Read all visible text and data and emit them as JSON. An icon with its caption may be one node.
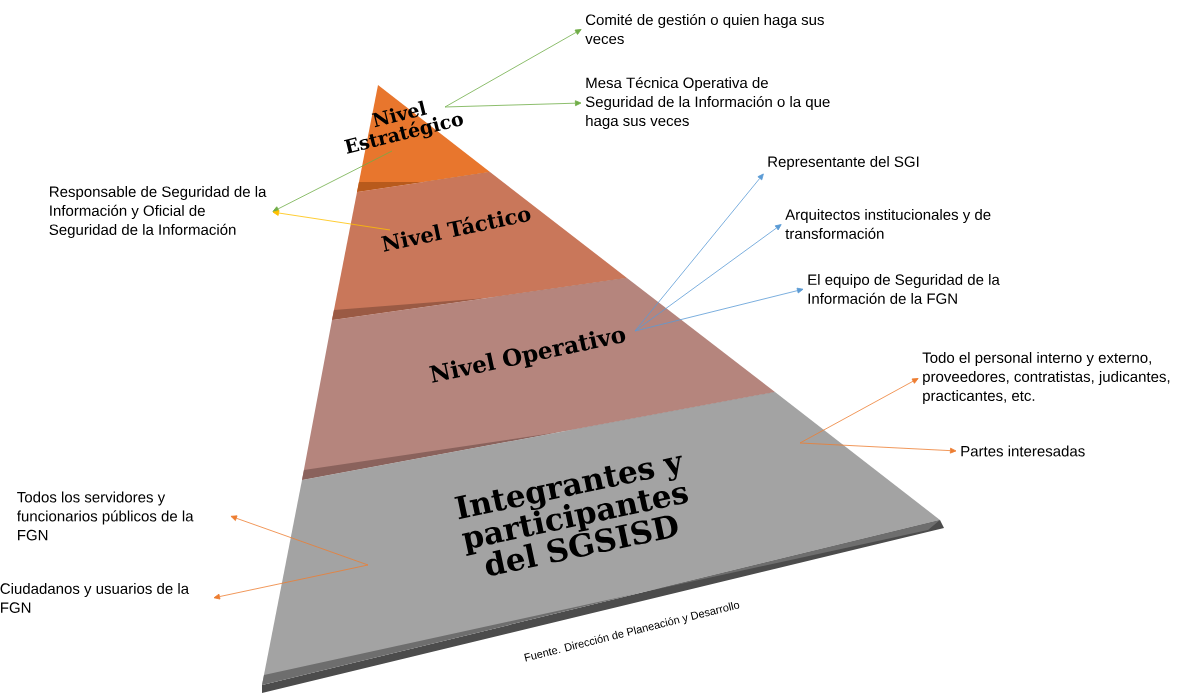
{
  "diagram": {
    "caption": "Fuente. Dirección de Planeación y Desarrollo",
    "nodes": [
      {
        "text": [
          "Nivel Estratégico"
        ]
      },
      {
        "text": [
          "Nivel Táctico"
        ]
      },
      {
        "text": [
          "Nivel Operativo"
        ]
      },
      {
        "text": [
          "Integrantes y participantes del SGSISD"
        ]
      },
      {
        "text": [
          "Comité de gestión o quien haga sus veces"
        ]
      },
      {
        "text": [
          "Mesa Técnica Operativa de Seguridad de la Información o la que haga sus veces"
        ]
      },
      {
        "text": [
          "Responsable de Seguridad de la Información y Oficial de Seguridad de la Información"
        ]
      },
      {
        "text": [
          "Representante del SGI"
        ]
      },
      {
        "text": [
          "Arquitectos institucionales y de transformación"
        ]
      },
      {
        "text": [
          "El equipo de Seguridad de la Información de la FGN"
        ]
      },
      {
        "text": [
          "Todo el personal interno y externo, proveedores, contratistas, judicantes, practicantes, etc."
        ]
      },
      {
        "text": [
          "Partes interesadas"
        ]
      },
      {
        "text": [
          "Todos los servidores y funcionarios públicos de la FGN"
        ]
      },
      {
        "text": [
          "Ciudadanos y usuarios de la FGN"
        ]
      }
    ],
    "edges": [
      {
        "from": 0,
        "to": 4,
        "arrow": "to",
        "color": "#70ad47"
      },
      {
        "from": 0,
        "to": 5,
        "arrow": "to",
        "color": "#70ad47"
      },
      {
        "from": 0,
        "to": 6,
        "arrow": "to",
        "color": "#70ad47"
      },
      {
        "from": 1,
        "to": 6,
        "arrow": "to",
        "color": "#ffc000"
      },
      {
        "from": 2,
        "to": 7,
        "arrow": "to",
        "color": "#5b9bd5"
      },
      {
        "from": 2,
        "to": 8,
        "arrow": "to",
        "color": "#5b9bd5"
      },
      {
        "from": 2,
        "to": 9,
        "arrow": "to",
        "color": "#5b9bd5"
      },
      {
        "from": 3,
        "to": 10,
        "arrow": "to",
        "color": "#ed7d31"
      },
      {
        "from": 3,
        "to": 11,
        "arrow": "to",
        "color": "#ed7d31"
      },
      {
        "from": 3,
        "to": 12,
        "arrow": "to",
        "color": "#ed7d31"
      },
      {
        "from": 3,
        "to": 13,
        "arrow": "to",
        "color": "#ed7d31"
      }
    ]
  }
}
